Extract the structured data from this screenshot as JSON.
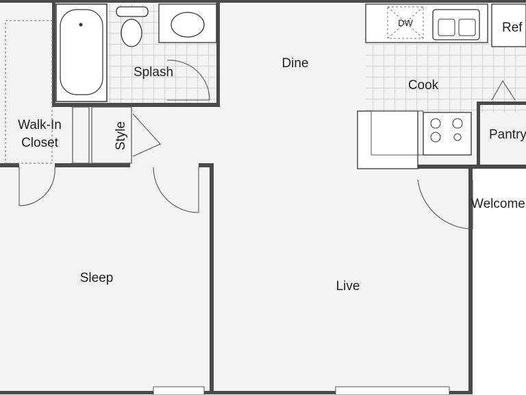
{
  "rooms": {
    "walk_in_closet_line1": "Walk-In",
    "walk_in_closet_line2": "Closet",
    "splash": "Splash",
    "style": "Style",
    "dine": "Dine",
    "cook": "Cook",
    "dw": "DW",
    "refrigerator": "Ref",
    "pantry": "Pantry",
    "welcome": "Welcome",
    "sleep": "Sleep",
    "live": "Live"
  },
  "colors": {
    "wall": "#4a4a4a",
    "floor": "#f3f3f3",
    "tile": "#9a9a9a",
    "background": "#ffffff"
  }
}
